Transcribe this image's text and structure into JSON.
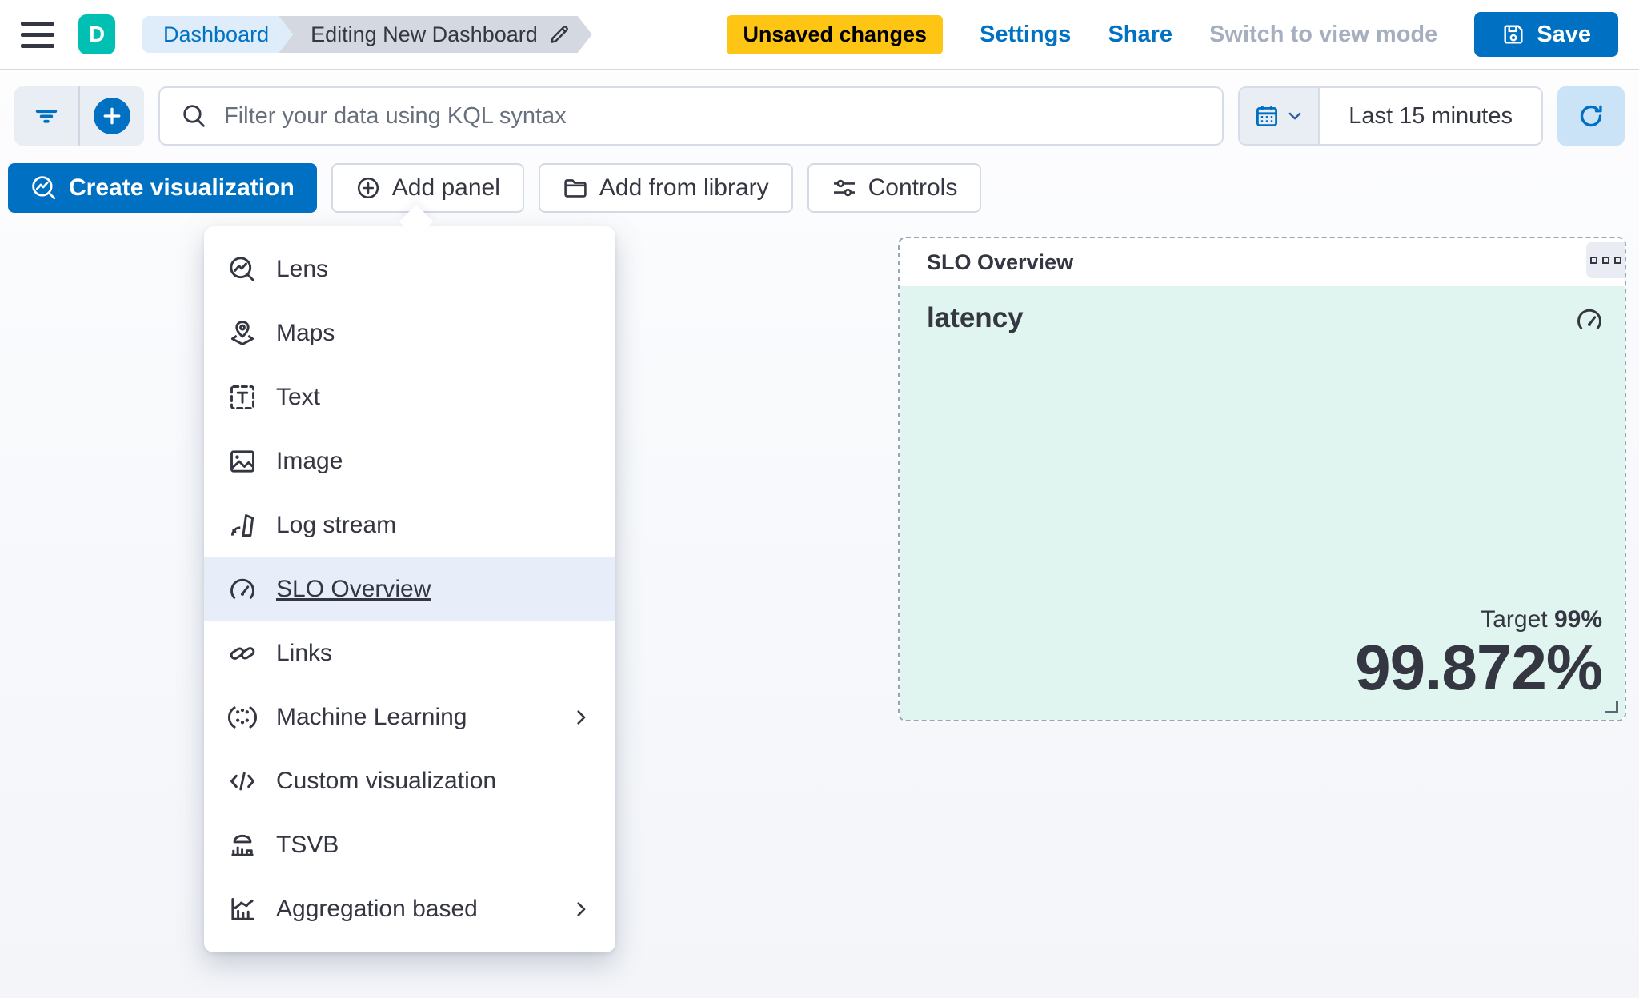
{
  "header": {
    "logo_letter": "D",
    "breadcrumbs": [
      {
        "label": "Dashboard"
      },
      {
        "label": "Editing New Dashboard"
      }
    ],
    "badge": "Unsaved changes",
    "links": {
      "settings": "Settings",
      "share": "Share"
    },
    "disabled_link": "Switch to view mode",
    "save_label": "Save",
    "save_icon": "save-icon",
    "menu_icon": "hamburger-icon",
    "edit_icon": "pencil-icon"
  },
  "filter_bar": {
    "search_placeholder": "Filter your data using KQL syntax",
    "search_icon": "search-icon",
    "filter_icon": "filter-icon",
    "add_filter_icon": "plus-icon",
    "date_icons": [
      "calendar-icon",
      "chevron-down-icon"
    ],
    "time_range": "Last 15 minutes",
    "refresh_icon": "refresh-icon"
  },
  "toolbar": {
    "create_visualization": {
      "label": "Create visualization",
      "icon": "lens-icon"
    },
    "add_panel": {
      "label": "Add panel",
      "icon": "plus-circle-icon"
    },
    "add_from_library": {
      "label": "Add from library",
      "icon": "folder-icon"
    },
    "controls": {
      "label": "Controls",
      "icon": "sliders-icon"
    }
  },
  "add_panel_menu": {
    "items": [
      {
        "label": "Lens",
        "icon": "lens-icon"
      },
      {
        "label": "Maps",
        "icon": "maps-icon"
      },
      {
        "label": "Text",
        "icon": "text-icon"
      },
      {
        "label": "Image",
        "icon": "image-icon"
      },
      {
        "label": "Log stream",
        "icon": "log-stream-icon"
      },
      {
        "label": "SLO Overview",
        "icon": "gauge-icon",
        "highlighted": true
      },
      {
        "label": "Links",
        "icon": "link-icon"
      },
      {
        "label": "Machine Learning",
        "icon": "machine-learning-icon",
        "has_submenu": true
      },
      {
        "label": "Custom visualization",
        "icon": "code-icon"
      },
      {
        "label": "TSVB",
        "icon": "tsvb-icon"
      },
      {
        "label": "Aggregation based",
        "icon": "aggregation-icon",
        "has_submenu": true
      }
    ]
  },
  "slo_panel": {
    "title": "SLO Overview",
    "options_icon": "boxes-horizontal-icon",
    "metric_name": "latency",
    "metric_icon": "gauge-icon",
    "target_label": "Target",
    "target_value": "99%",
    "value": "99.872%"
  },
  "colors": {
    "primary_blue": "#0071C2",
    "brand_teal": "#00BFB3",
    "warning_badge": "#FEC514",
    "panel_mint": "#E0F4F0",
    "text": "#343741",
    "dashed_border": "#97A4BB"
  }
}
